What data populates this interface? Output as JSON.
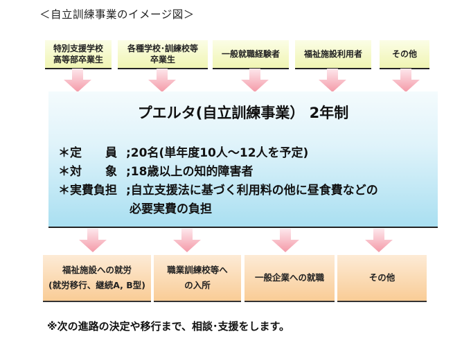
{
  "title": "＜自立訓練事業のイメージ図＞",
  "sources": [
    {
      "line1": "特別支援学校",
      "line2": "高等部卒業生"
    },
    {
      "line1": "各種学校･訓練校等",
      "line2": "卒業生"
    },
    {
      "line1": "一般就職経験者",
      "line2": ""
    },
    {
      "line1": "福祉施設利用者",
      "line2": ""
    },
    {
      "line1": "その他",
      "line2": ""
    }
  ],
  "main": {
    "title": "プエルタ(自立訓練事業）  2年制",
    "items": [
      {
        "label": "＊定　　員",
        "value": ";20名(単年度10人～12人を予定)"
      },
      {
        "label": "＊対　　象",
        "value": ";18歳以上の知的障害者"
      },
      {
        "label": "＊実費負担",
        "value": ";自立支援法に基づく利用料の他に昼食費などの",
        "value2": "必要実費の負担"
      }
    ]
  },
  "destinations": [
    {
      "line1": "福祉施設への就労",
      "line2": "(就労移行、継続A, B型)"
    },
    {
      "line1": "職業訓練校等へ",
      "line2": "の入所"
    },
    {
      "line1": "一般企業への就職",
      "line2": ""
    },
    {
      "line1": "その他",
      "line2": ""
    }
  ],
  "footer": "※次の進路の決定や移行まで、相談･支援をします。",
  "colors": {
    "source_box": "#f0f5b3",
    "main_box": "#a9dff1",
    "dest_box": "#f9cc96",
    "arrow": "#f7a8b4"
  }
}
